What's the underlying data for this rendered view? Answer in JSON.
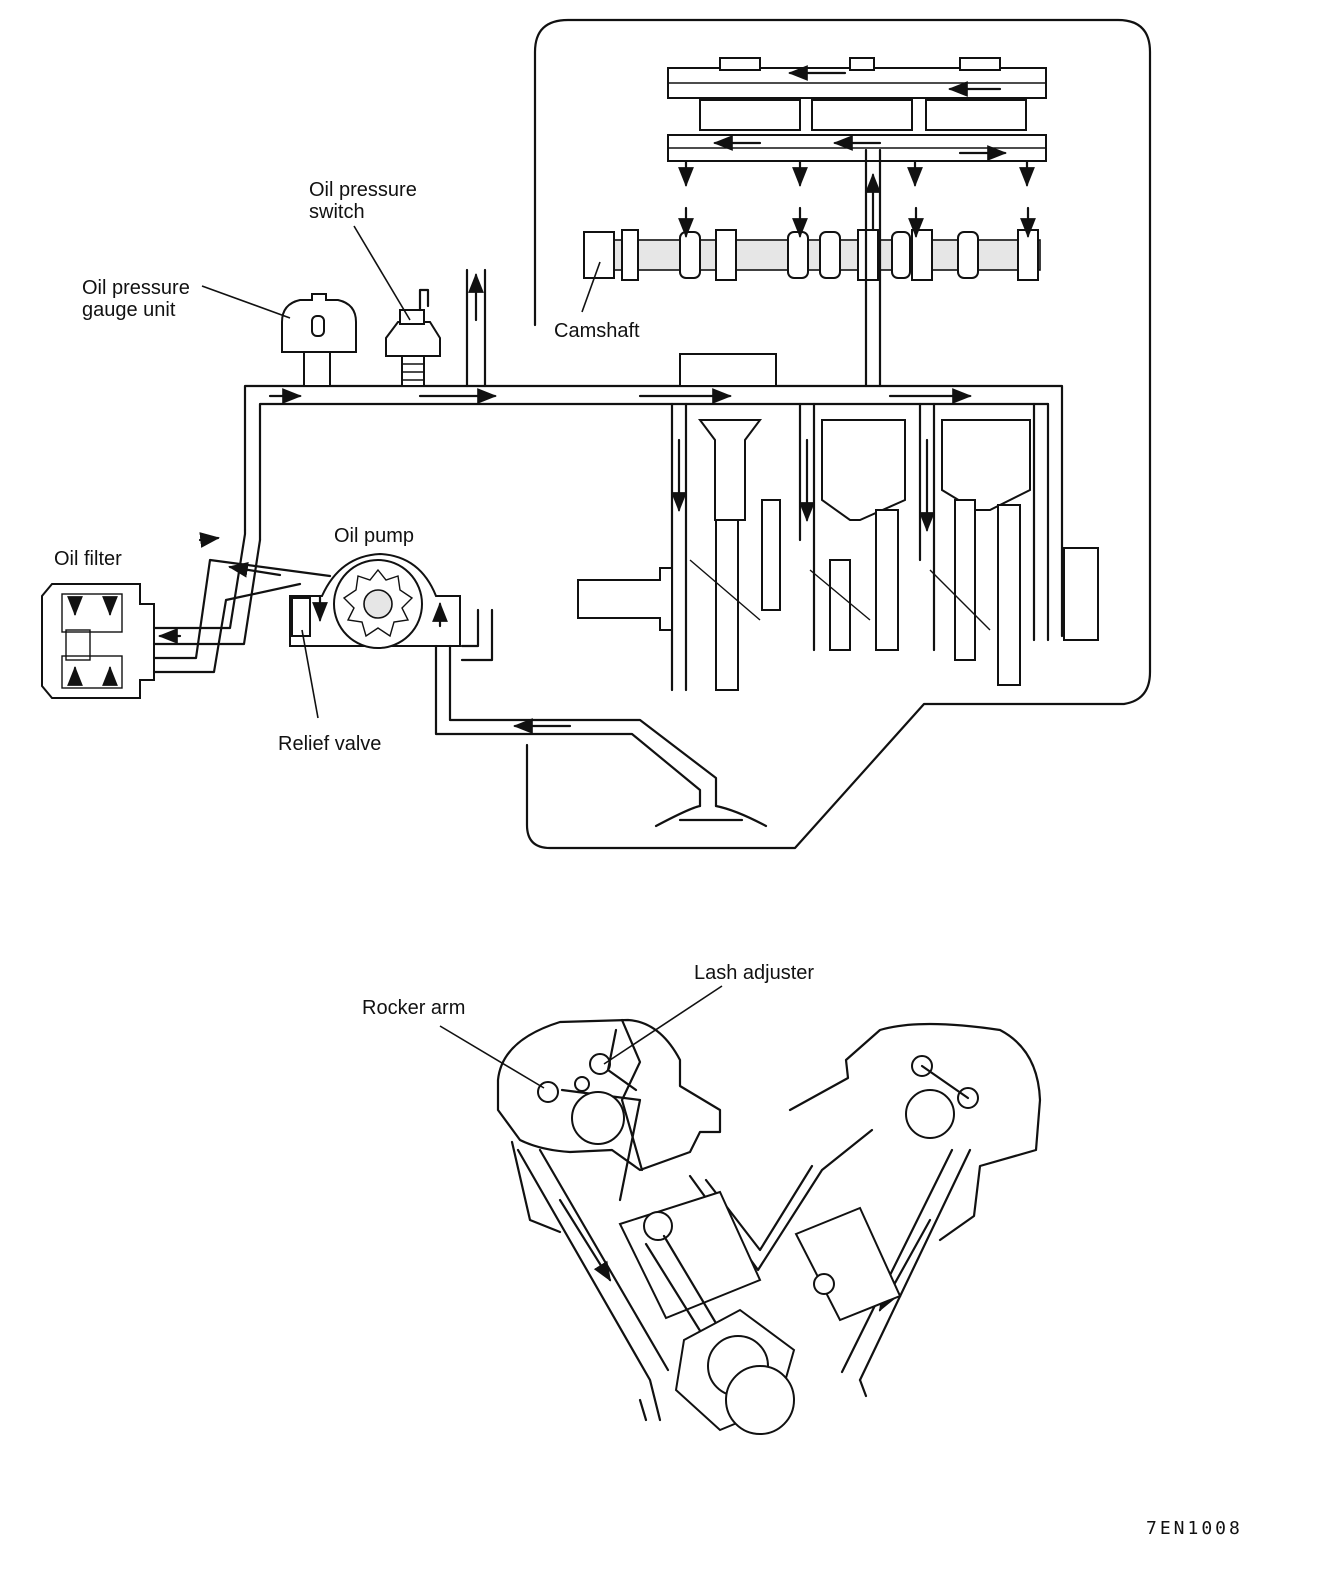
{
  "labels": {
    "oil_pressure_switch_line1": "Oil pressure",
    "oil_pressure_switch_line2": "switch",
    "oil_pressure_gauge_line1": "Oil pressure",
    "oil_pressure_gauge_line2": "gauge unit",
    "camshaft": "Camshaft",
    "oil_filter": "Oil filter",
    "oil_pump": "Oil pump",
    "relief_valve": "Relief valve",
    "lash_adjuster": "Lash adjuster",
    "rocker_arm": "Rocker arm"
  },
  "figure_code": "7EN1008"
}
